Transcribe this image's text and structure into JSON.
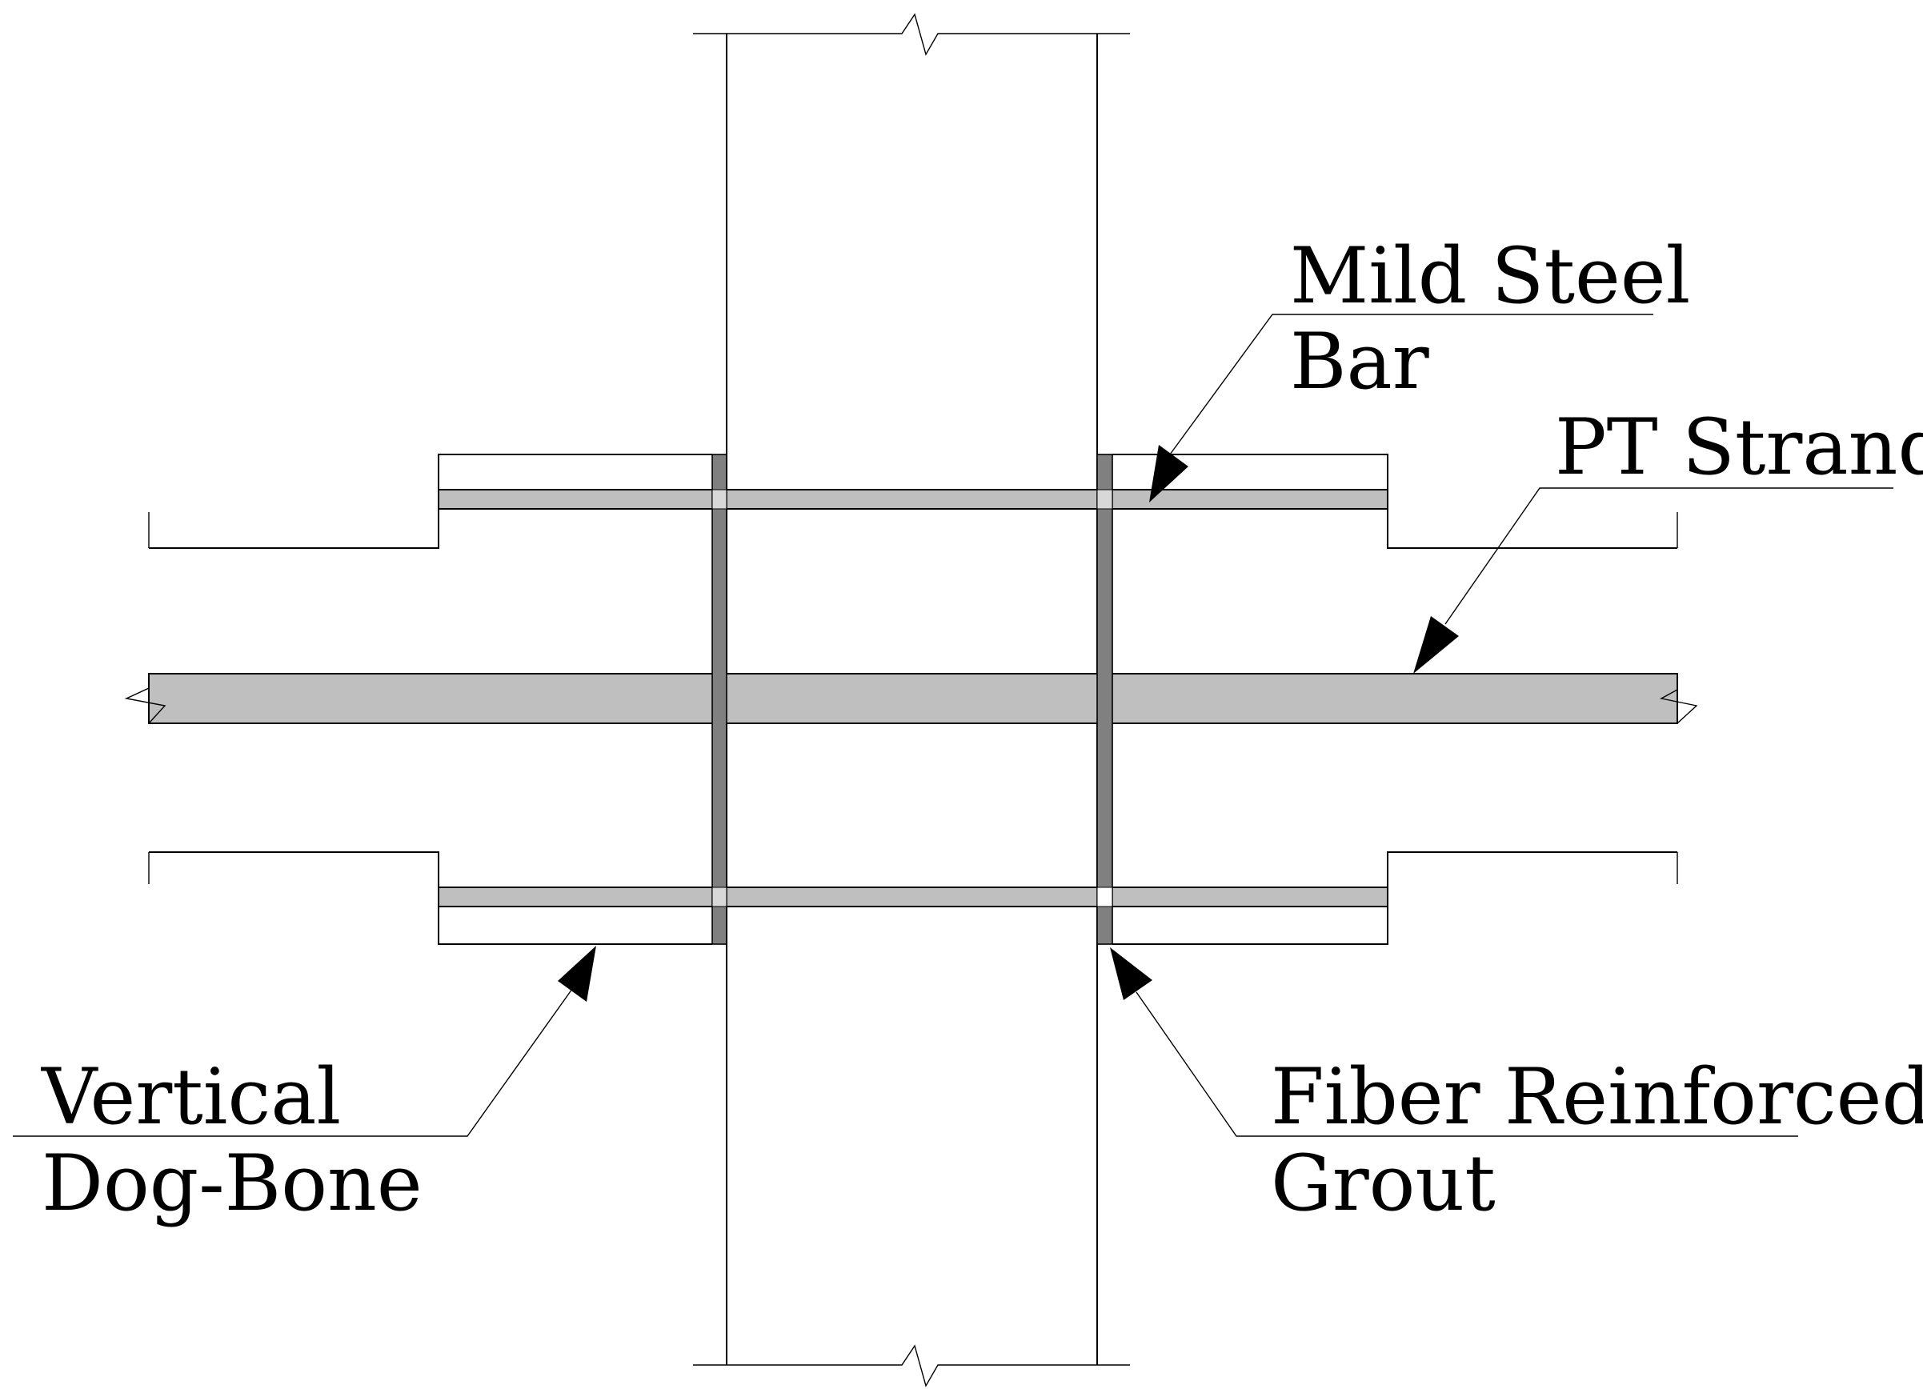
{
  "labels": {
    "mild_steel_bar": {
      "line1": "Mild Steel",
      "line2": "Bar"
    },
    "pt_strand": {
      "line1": "PT Strand"
    },
    "vertical_dog_bone": {
      "line1": "Vertical",
      "line2": "Dog-Bone"
    },
    "fiber_reinforced_grout": {
      "line1": "Fiber Reinforced",
      "line2": "Grout"
    }
  },
  "colors": {
    "line": "#000000",
    "steel_fill": "#bfbfbf",
    "grout_fill": "#808080",
    "background": "#ffffff"
  }
}
